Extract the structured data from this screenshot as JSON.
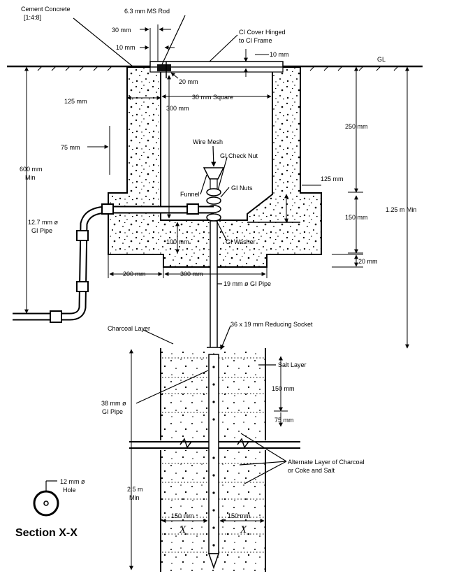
{
  "labels": {
    "cement_concrete": "Cement Concrete",
    "mix_ratio": "[1:4:8]",
    "ms_rod": "6.3 mm MS Rod",
    "ci_cover_1": "CI Cover Hinged",
    "ci_cover_2": "to CI Frame",
    "gl": "GL",
    "top_30mm": "30 mm",
    "top_10mm": "10 mm",
    "cover_10mm": "10 mm",
    "dim_20mm_top": "20 mm",
    "square_30mm": "30 mm Square",
    "dim_125mm_left": "125 mm",
    "dim_300mm_top": "300 mm",
    "dim_250mm": "250 mm",
    "dim_75mm": "75 mm",
    "wire_mesh": "Wire Mesh",
    "gi_check_nut": "GI Check Nut",
    "dim_600_1": "600 mm",
    "dim_600_2": "Min",
    "funnel": "Funnel",
    "gi_nuts": "GI Nuts",
    "dim_125mm_right": "125 mm",
    "gi_pipe_127_1": "12.7 mm ø",
    "gi_pipe_127_2": "GI Pipe",
    "dim_150mm_right": "150 mm",
    "dim_125m_min": "1.25 m Min",
    "dim_100mm": "100 mm",
    "gi_washer": "GI Washer",
    "dim_20mm_right": "20 mm",
    "dim_200mm": "200 mm",
    "dim_300mm_bottom": "300 mm",
    "gi_pipe_19": "19 mm ø GI Pipe",
    "charcoal_layer": "Charcoal  Layer",
    "reducing_socket": "36 x 19 mm Reducing Socket",
    "salt_layer": "Salt Layer",
    "dim_150mm_pit": "150 mm",
    "gi_pipe_38_1": "38 mm ø",
    "gi_pipe_38_2": "GI Pipe",
    "dim_75mm_pit": "75 mm",
    "alternate_1": "Alternate Layer of Charcoal",
    "alternate_2": "or Coke and Salt",
    "hole_1": "12 mm ø",
    "hole_2": "Hole",
    "dim_25m_1": "2.5 m",
    "dim_25m_2": "Min",
    "section_title": "Section X-X",
    "dim_150mm_left": "150 mm",
    "dim_150mm_right2": "150 mm",
    "x_left": "X",
    "x_right": "X"
  }
}
